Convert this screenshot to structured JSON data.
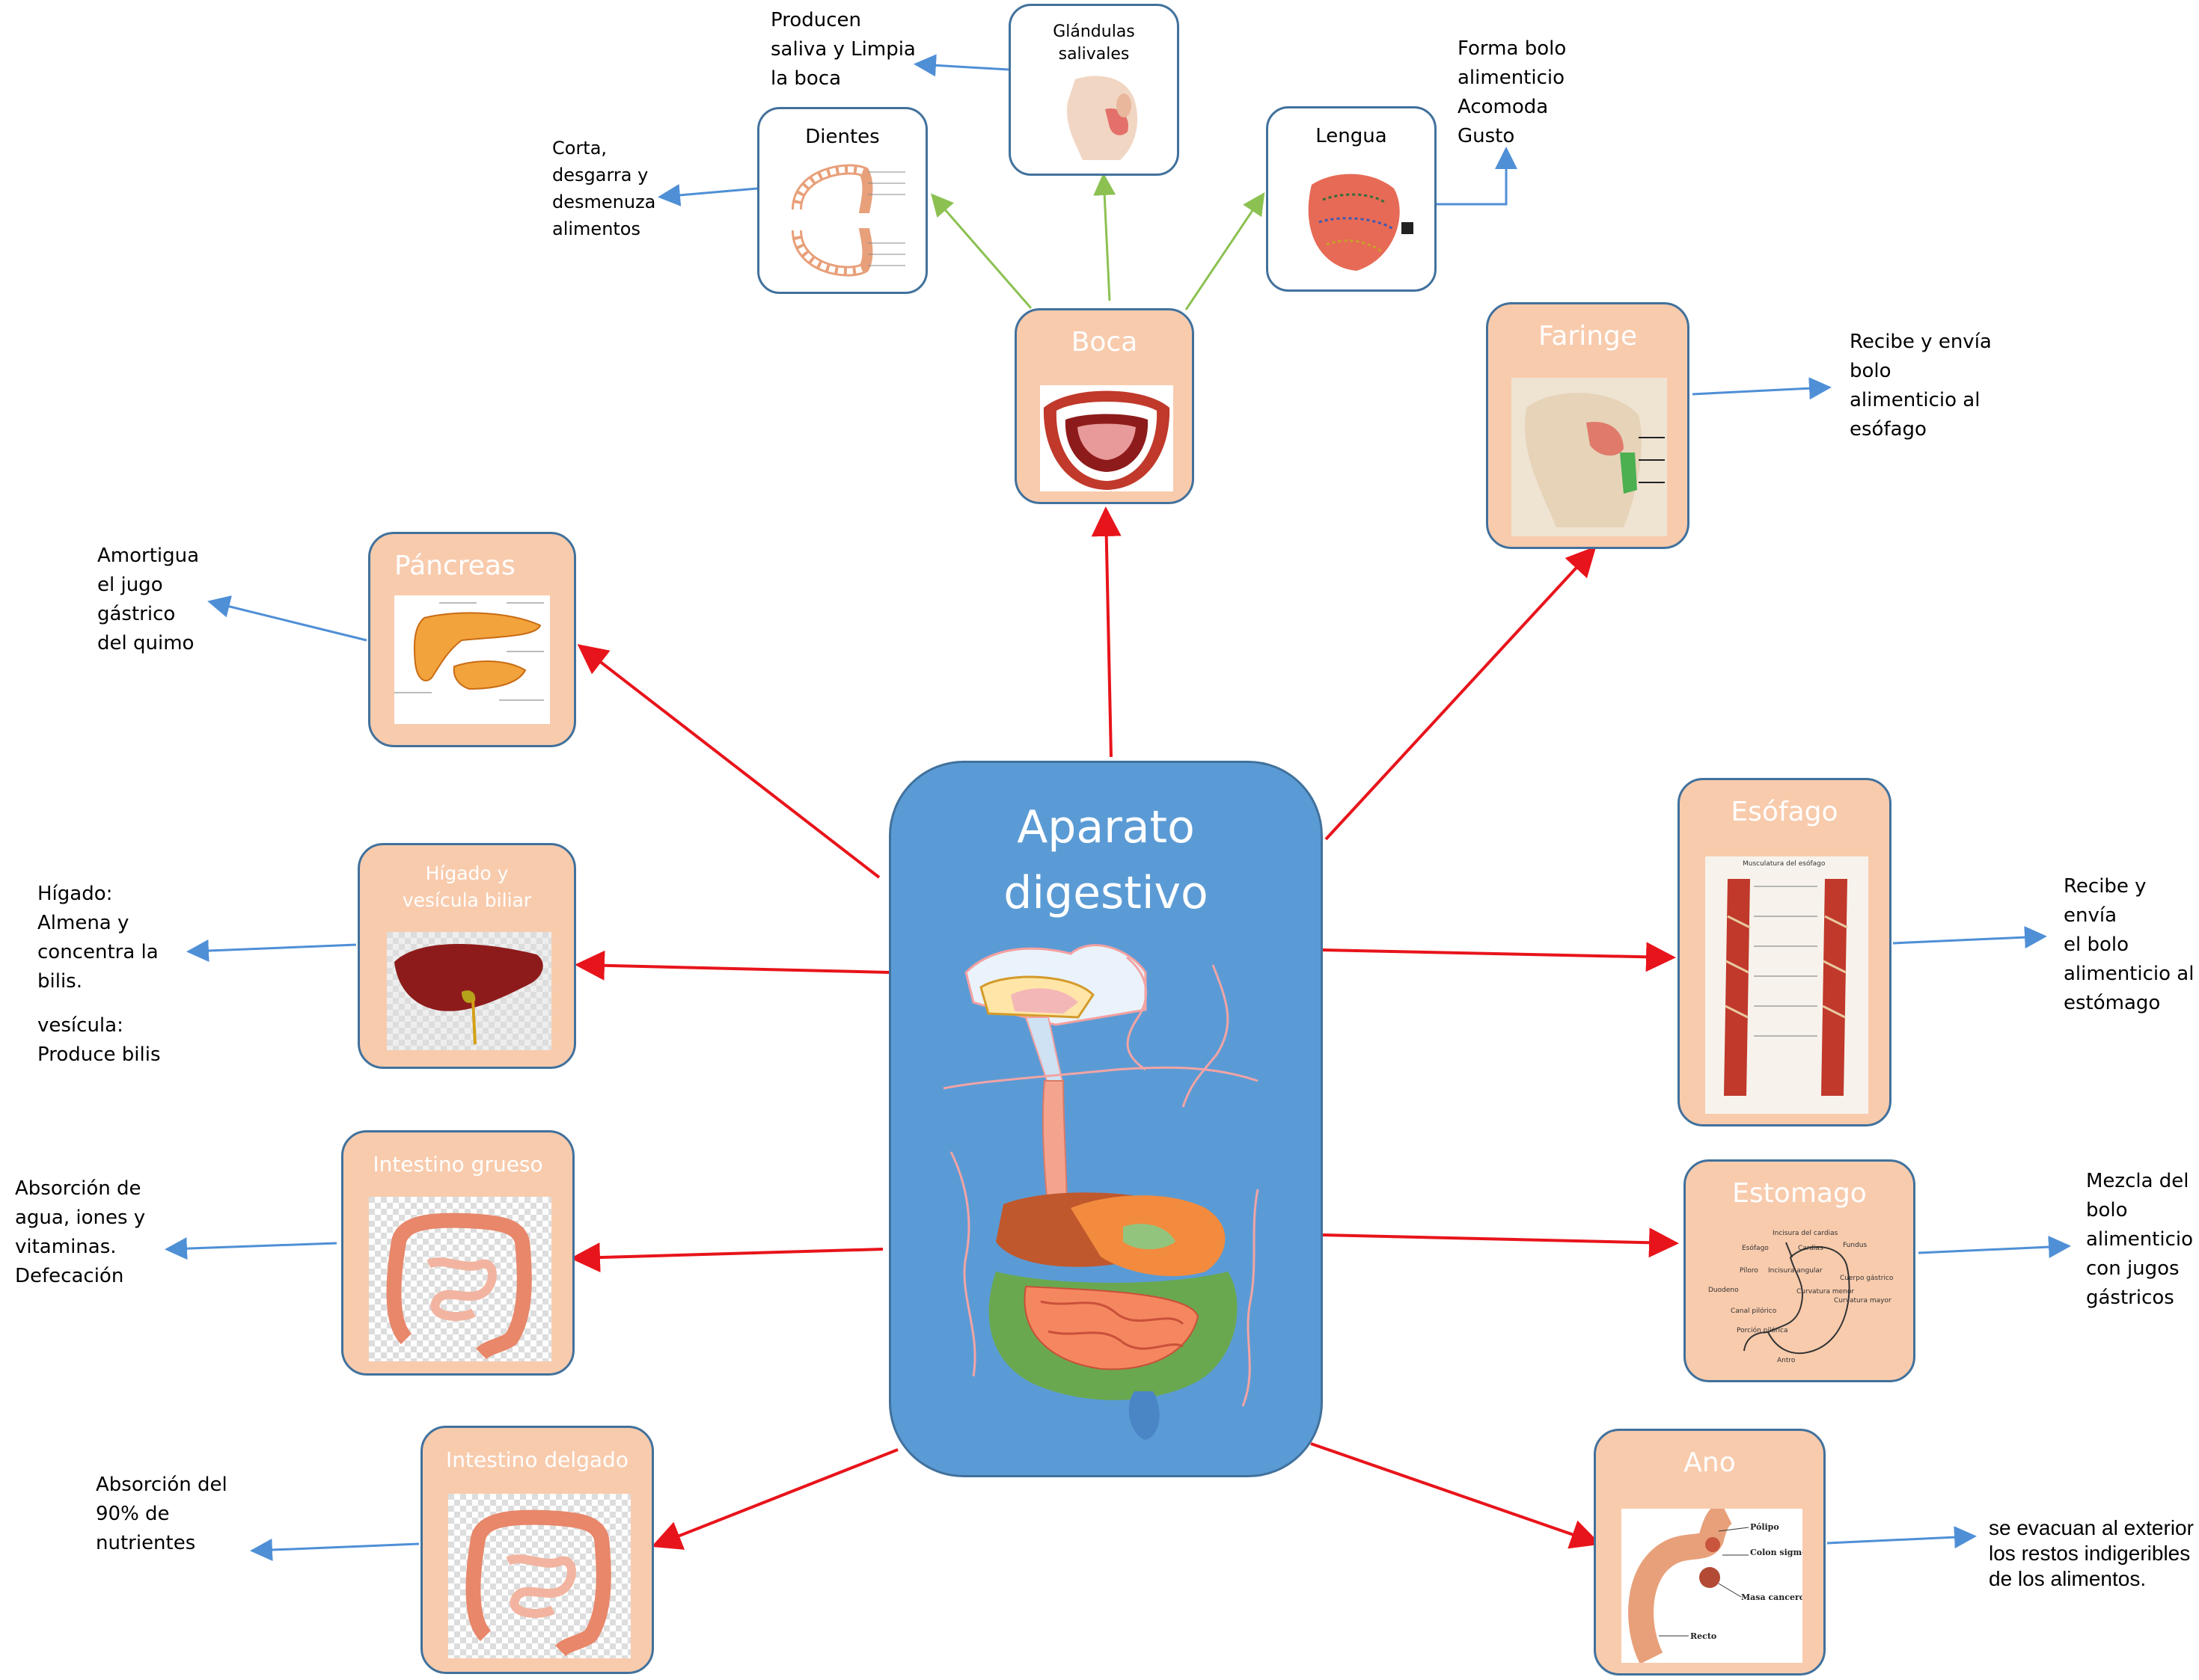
{
  "center": {
    "line1": "Aparato",
    "line2": "digestivo"
  },
  "organs": {
    "boca": "Boca",
    "faringe": "Faringe",
    "pancreas": "Páncreas",
    "higado": "Hígado y vesícula biliar",
    "esofago": "Esófago",
    "intestino_grueso": "Intestino grueso",
    "estomago": "Estomago",
    "intestino_delgado": "Intestino delgado",
    "ano": "Ano"
  },
  "sub_organs": {
    "dientes": "Dientes",
    "glandulas": "Glándulas salivales",
    "lengua": "Lengua"
  },
  "notes": {
    "glandulas": "Producen\nsaliva y Limpia\nla boca",
    "dientes": "Corta,\ndesgarra y\ndesmenuza\nalimentos",
    "lengua": "Forma bolo\nalimenticio\nAcomoda\nGusto",
    "faringe": "Recibe y envía\nbolo\nalimenticio al\nesófago",
    "pancreas": "Amortigua\nel jugo\ngástrico\ndel quimo",
    "higado_1": "Hígado:\nAlmena y\nconcentra la\nbilis.",
    "higado_2": "vesícula:\nProduce bilis",
    "esofago": "Recibe y envía\nel bolo\nalimenticio al\nestómago",
    "intestino_grueso": "Absorción de\nagua, iones y\nvitaminas.\nDefecación",
    "estomago": "Mezcla del\nbolo\nalimenticio\ncon jugos\ngástricos",
    "intestino_delgado": "Absorción del\n90% de\nnutrientes",
    "ano": "se evacuan al exterior\nlos restos indigeribles\nde los alimentos."
  },
  "image_labels": {
    "estomago": [
      "Incisura del cardias",
      "Fundus",
      "Esófago",
      "Cardias",
      "Píloro",
      "Incisura angular",
      "Cuerpo gástrico",
      "Duodeno",
      "Curvatura menor",
      "Curvatura mayor",
      "Canal pilórico",
      "Porción pilórica",
      "Antro"
    ],
    "ano": [
      "Pólipo",
      "Colon sigmoide",
      "Masa cancerosa",
      "Recto"
    ],
    "esofago": "Musculatura del esófago"
  },
  "colors": {
    "center_fill": "#5b9bd5",
    "organ_fill": "#f8cbad",
    "border": "#41719c",
    "main_arrow": "#e8141b",
    "note_arrow": "#4f8fd6",
    "sub_arrow": "#8cc152"
  }
}
